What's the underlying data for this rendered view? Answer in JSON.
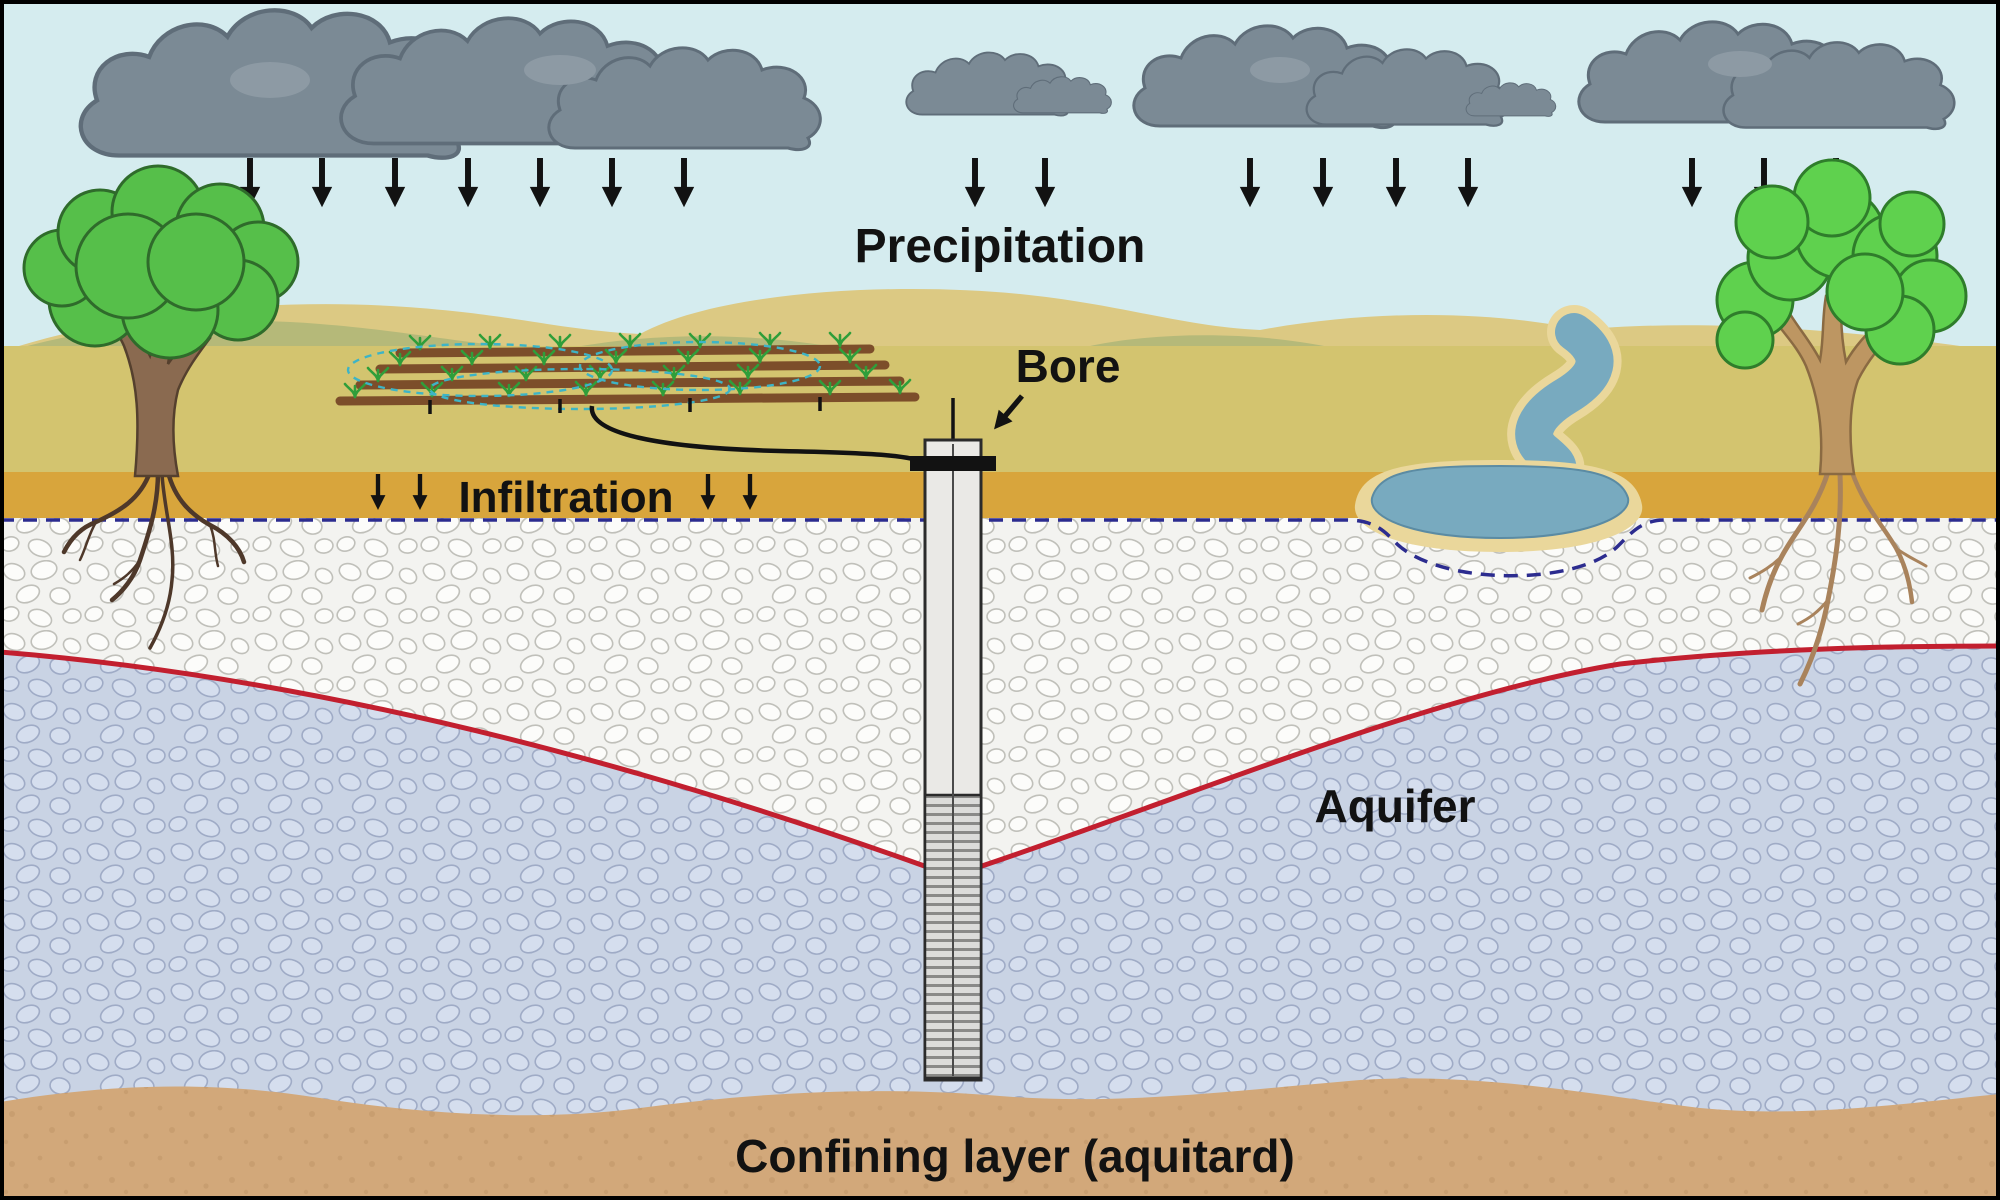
{
  "diagram": {
    "title": "Groundwater bore and aquifer cross-section",
    "labels": {
      "precipitation": "Precipitation",
      "bore": "Bore",
      "infiltration": "Infiltration",
      "aquifer": "Aquifer",
      "confining_layer": "Confining layer (aquitard)"
    },
    "colors": {
      "sky": "#d5ecef",
      "cloud": "#7b8a95",
      "cloud_outline": "#5f6d79",
      "hill_back": "#dcc983",
      "hill_front": "#b5b979",
      "land": "#d3c46f",
      "infiltration_band": "#d8a53c",
      "unsaturated_bg": "#f3f3f0",
      "aquifer_bg": "#c9d3e4",
      "confining": "#d2a87a",
      "water_table_line": "#c21f2f",
      "dashed_line": "#2c2c8f",
      "river": "#78aabf",
      "sand": "#ead79b",
      "foliage_left": "#56bf4a",
      "foliage_right": "#5fd14e",
      "trunk_left": "#8a6a50",
      "trunk_right": "#bd9662",
      "casing": "#eae9e6",
      "arrow": "#121212"
    }
  }
}
